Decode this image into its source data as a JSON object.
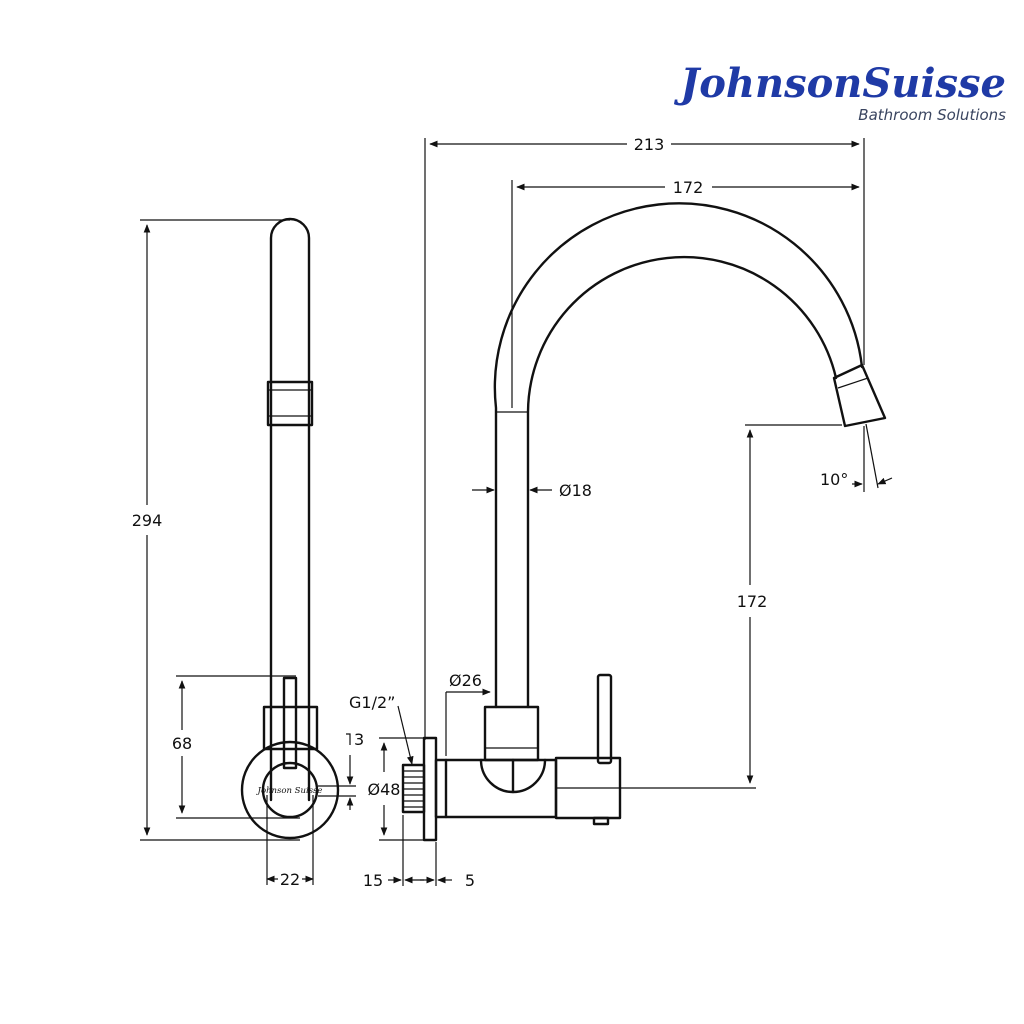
{
  "brand": {
    "name": "JohnsonSuisse",
    "tagline": "Bathroom Solutions",
    "color": "#1f3aa6"
  },
  "small_logo": "Johnson Suisse",
  "dimensions": {
    "overall_height": "294",
    "overall_projection": "213",
    "spout_reach": "172",
    "spout_clearance": "172",
    "spout_tube_diameter": "Ø18",
    "body_diameter": "Ø26",
    "thread_size": "G1/2”",
    "flange_diameter": "Ø48",
    "handle_height": "68",
    "offset_small": "3",
    "side_width": "22",
    "thread_length": "15",
    "flange_thickness": "5",
    "outlet_angle": "10°"
  }
}
